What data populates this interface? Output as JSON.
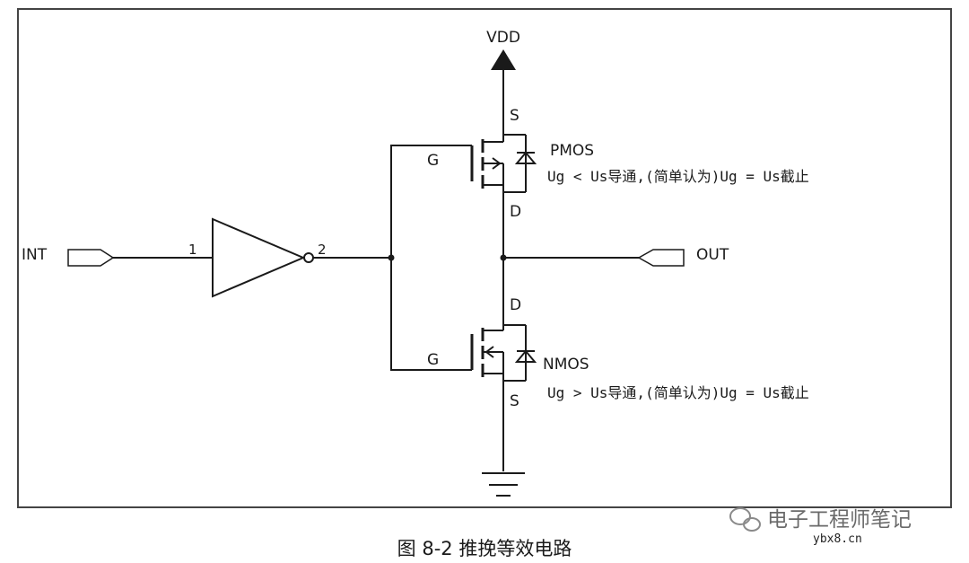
{
  "diagram": {
    "supply_label": "VDD",
    "input_label": "INT",
    "output_label": "OUT",
    "inverter_pin_in": "1",
    "inverter_pin_out": "2",
    "pmos": {
      "name": "PMOS",
      "source": "S",
      "gate": "G",
      "drain": "D",
      "note": "Ug < Us导通,(简单认为)Ug = Us截止"
    },
    "nmos": {
      "name": "NMOS",
      "drain": "D",
      "gate": "G",
      "source": "S",
      "note": "Ug > Us导通,(简单认为)Ug = Us截止"
    }
  },
  "watermark": {
    "name": "电子工程师笔记",
    "url": "ybx8.cn"
  },
  "caption": "图 8-2  推挽等效电路",
  "colors": {
    "ink": "#1a1a1a",
    "frame": "#444444",
    "watermark": "#6a6a6a"
  }
}
